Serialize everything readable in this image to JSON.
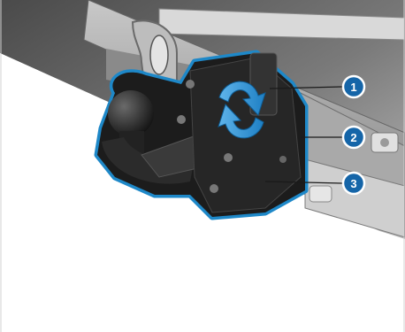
{
  "figure": {
    "description_visible_text": "",
    "callouts": [
      {
        "number": "1"
      },
      {
        "number": "2"
      },
      {
        "number": "3"
      }
    ],
    "colors": {
      "accent_blue": "#1e88c8",
      "callout_fill": "#1565a8",
      "background": "#ffffff"
    }
  }
}
